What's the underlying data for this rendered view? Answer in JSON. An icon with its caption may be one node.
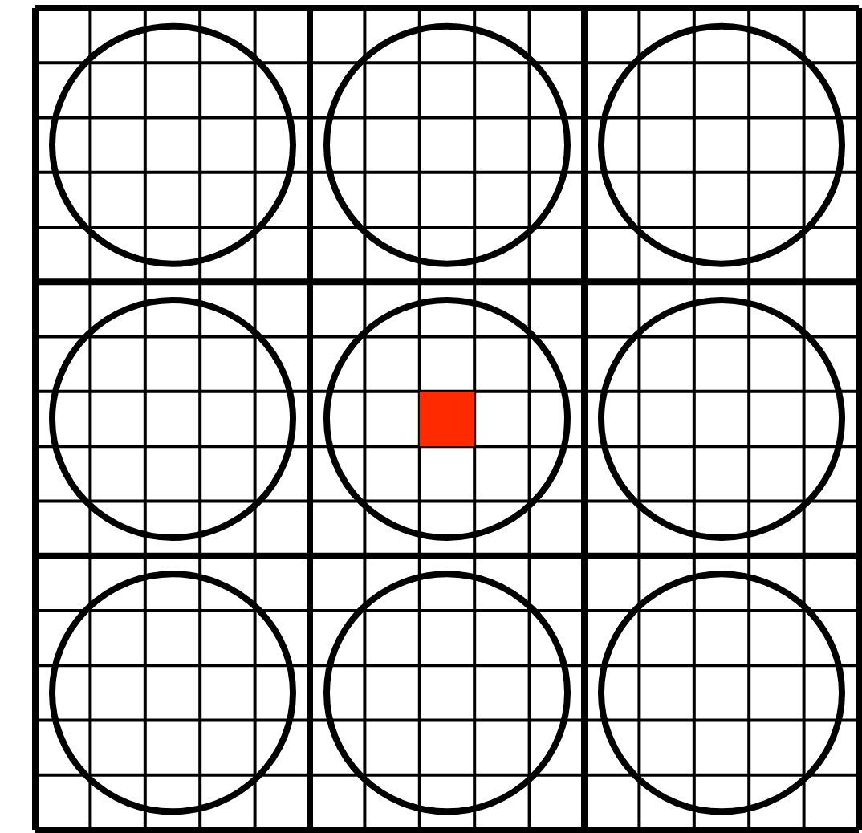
{
  "diagram": {
    "nodes": [
      {
        "text": [],
        "shape": "circle"
      },
      {
        "text": [],
        "shape": "circle"
      },
      {
        "text": [],
        "shape": "circle"
      },
      {
        "text": [],
        "shape": "circle"
      },
      {
        "text": [],
        "shape": "circle"
      },
      {
        "text": [],
        "shape": "circle"
      },
      {
        "text": [],
        "shape": "circle"
      },
      {
        "text": [],
        "shape": "circle"
      },
      {
        "text": [],
        "shape": "circle"
      },
      {
        "text": [],
        "shape": "box",
        "in": 4
      }
    ]
  }
}
